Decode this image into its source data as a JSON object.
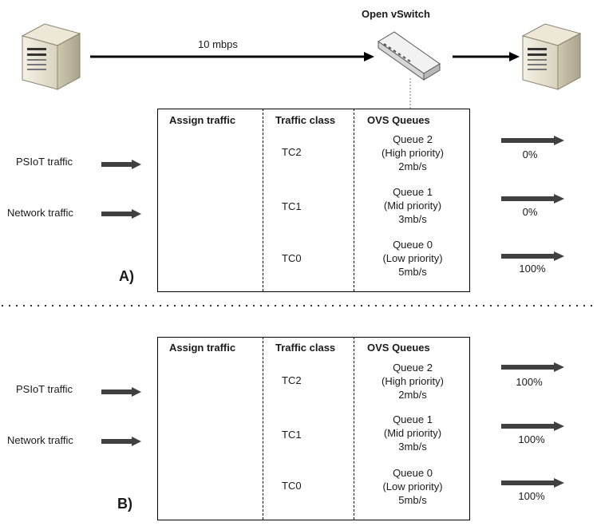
{
  "top": {
    "switch_label": "Open vSwitch",
    "link_speed": "10 mbps"
  },
  "headers": {
    "assign": "Assign traffic",
    "class": "Traffic class",
    "queues": "OVS Queues"
  },
  "sources": {
    "psiot": "PSIoT traffic",
    "network": "Network traffic"
  },
  "classes": [
    "TC2",
    "TC1",
    "TC0"
  ],
  "queues": [
    {
      "name": "Queue 2",
      "priority": "(High priority)",
      "rate": "2mb/s"
    },
    {
      "name": "Queue 1",
      "priority": "(Mid priority)",
      "rate": "3mb/s"
    },
    {
      "name": "Queue 0",
      "priority": "(Low priority)",
      "rate": "5mb/s"
    }
  ],
  "panelA": {
    "label": "A)",
    "outputs": [
      "0%",
      "0%",
      "100%"
    ]
  },
  "panelB": {
    "label": "B)",
    "outputs": [
      "100%",
      "100%",
      "100%"
    ]
  }
}
